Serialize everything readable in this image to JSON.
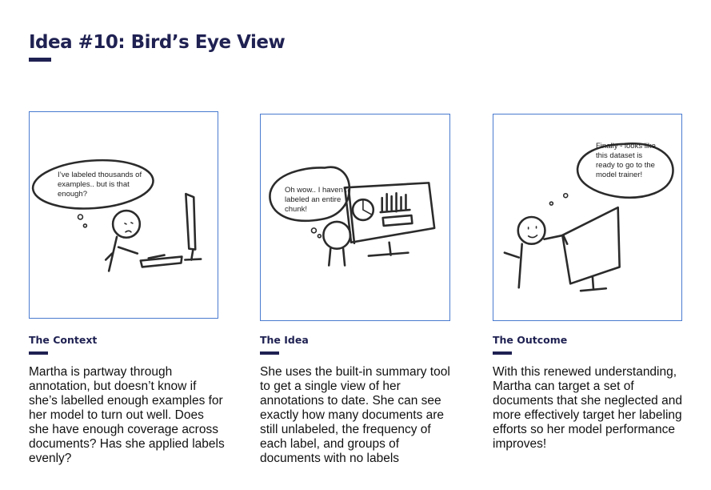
{
  "header": {
    "title": "Idea #10: Bird’s Eye View"
  },
  "panels": [
    {
      "heading": "The Context",
      "bubble": "I’ve labeled thousands of examples.. but is that enough?",
      "body": "Martha is partway through annotation, but doesn’t know if she’s labelled enough examples for her model to turn out well. Does she have enough coverage across documents? Has she applied labels evenly?"
    },
    {
      "heading": "The Idea",
      "bubble": "Oh wow.. I haven’t labeled an entire chunk!",
      "body": "She uses the built-in summary tool to get a single view of her annotations to date. She can see exactly how many documents are still unlabeled, the frequency of each label, and groups of documents with no labels"
    },
    {
      "heading": "The Outcome",
      "bubble": "Finally - looks like this dataset is ready to go to the model trainer!",
      "body": "With this renewed understanding, Martha can target a set of documents that she neglected and more effectively target her labeling efforts so her model performance improves!"
    }
  ],
  "colors": {
    "accent": "#1f2152",
    "panel_border": "#4a7bd0",
    "ink": "#2b2b2b"
  }
}
